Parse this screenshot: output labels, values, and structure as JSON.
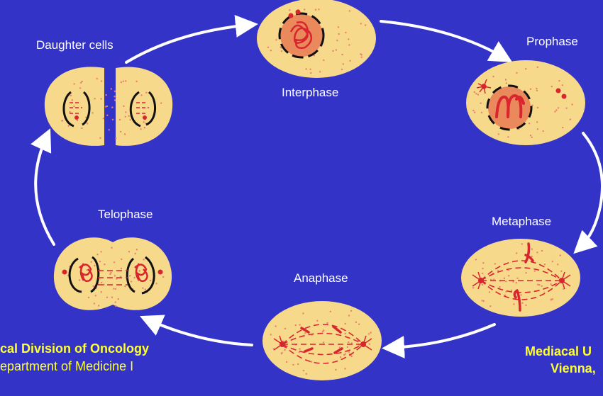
{
  "colors": {
    "background": "#3333c8",
    "cell_fill": "#f7d98b",
    "cell_dot": "#e8826e",
    "nucleus_fill": "#e9895c",
    "chromosome": "#d9262e",
    "envelope": "#111111",
    "arrow": "#ffffff",
    "label": "#ffffff",
    "footer_text": "#ffff33"
  },
  "stages": {
    "interphase": "Interphase",
    "prophase": "Prophase",
    "metaphase": "Metaphase",
    "anaphase": "Anaphase",
    "telophase": "Telophase",
    "daughter_cells": "Daughter cells"
  },
  "footer": {
    "left_line1": "cal Division of Oncology",
    "left_line2": "epartment of Medicine I",
    "right_line1": "Mediacal U",
    "right_line2": "Vienna,"
  }
}
